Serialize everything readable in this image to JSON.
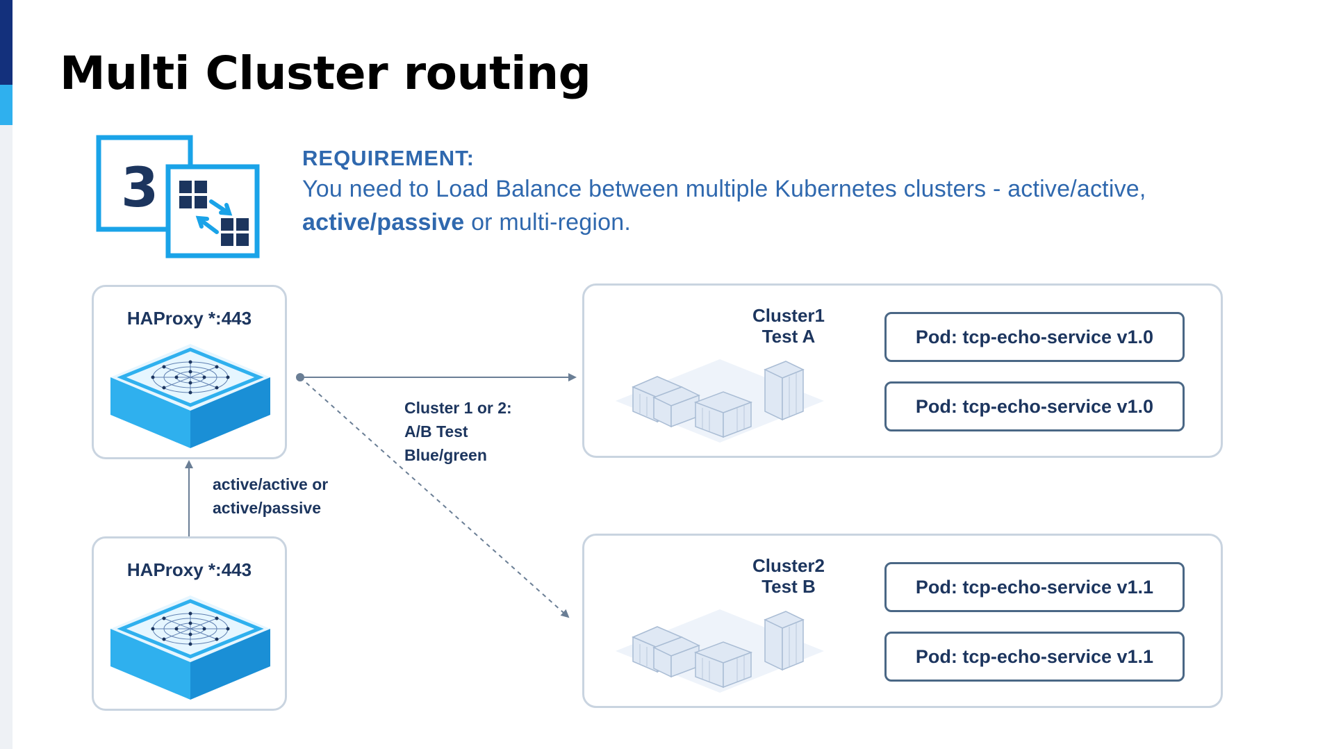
{
  "title": "Multi Cluster routing",
  "requirement": {
    "heading": "REQUIREMENT:",
    "line1": "You need to Load Balance between multiple Kubernetes clusters - active/active,",
    "line2_bold": "active/passive",
    "line2_rest": " or multi-region.",
    "icon_number": "3"
  },
  "haproxy_top": {
    "label": "HAProxy *:443"
  },
  "haproxy_bottom": {
    "label": "HAProxy *:443"
  },
  "failover_label": {
    "line1": "active/active or",
    "line2": "active/passive"
  },
  "routing_label": {
    "line1": "Cluster 1 or 2:",
    "line2": "A/B Test",
    "line3": "Blue/green"
  },
  "cluster1": {
    "name": "Cluster1",
    "subtitle": "Test A",
    "pods": [
      "Pod: tcp-echo-service v1.0",
      "Pod: tcp-echo-service v1.0"
    ]
  },
  "cluster2": {
    "name": "Cluster2",
    "subtitle": "Test B",
    "pods": [
      "Pod: tcp-echo-service v1.1",
      "Pod: tcp-echo-service v1.1"
    ]
  },
  "colors": {
    "accent_text": "#2f68ae",
    "label_text": "#1c355e",
    "icon_blue": "#1aa3e8",
    "box_border": "#c9d4e0",
    "arrow": "#6a7e95"
  }
}
